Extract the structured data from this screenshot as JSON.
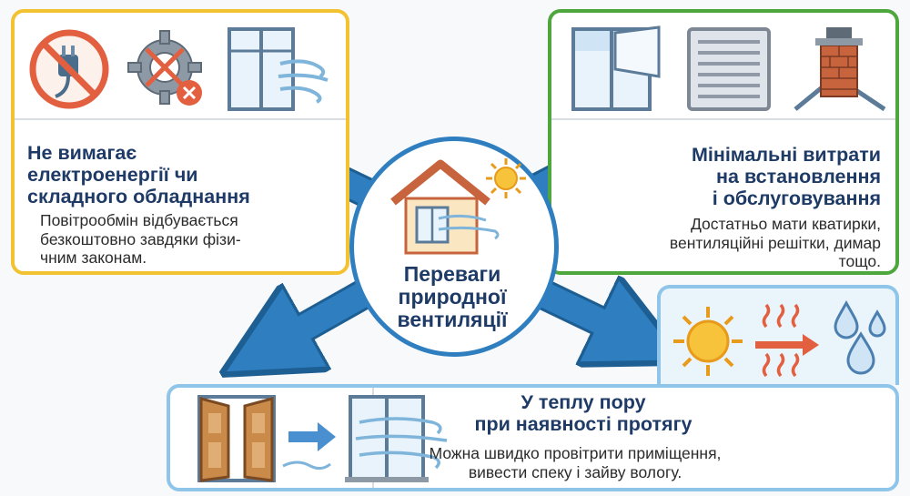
{
  "center": {
    "title_line1": "Переваги",
    "title_line2": "природної",
    "title_line3": "вентиляції"
  },
  "card_top_left": {
    "title_line1": "Не вимагає",
    "title_line2": "електроенергії чи",
    "title_line3": "складного обладнання",
    "desc_line1": "Повітрообмін відбувається",
    "desc_line2": "безкоштовно завдяки фізи-",
    "desc_line3": "чним законам.",
    "icons": [
      "no-electricity-icon",
      "broken-gear-icon",
      "open-window-icon"
    ]
  },
  "card_top_right": {
    "title_line1": "Мінімальні витрати",
    "title_line2": "на встановлення",
    "title_line3": "і обслуговування",
    "desc_line1": "Достатньо мати кватирки,",
    "desc_line2": "вентиляційні решітки, димар",
    "desc_line3": "тощо.",
    "icons": [
      "window-vent-icon",
      "vent-grille-icon",
      "chimney-icon"
    ]
  },
  "card_bottom": {
    "title_line1": "У теплу пору",
    "title_line2": "при наявності протягу",
    "desc_line1": "Можна швидко провітрити приміщення,",
    "desc_line2": "вивести спеку і зайву вологу.",
    "icons": [
      "open-doors-icon",
      "window-draft-icon",
      "sun-icon",
      "heat-icon",
      "water-drops-icon"
    ]
  },
  "colors": {
    "yellow_border": "#f2c230",
    "green_border": "#4ea73c",
    "blue_border": "#8ec5e8",
    "arrow_blue": "#2f7fc0",
    "title_navy": "#1e3a66"
  }
}
